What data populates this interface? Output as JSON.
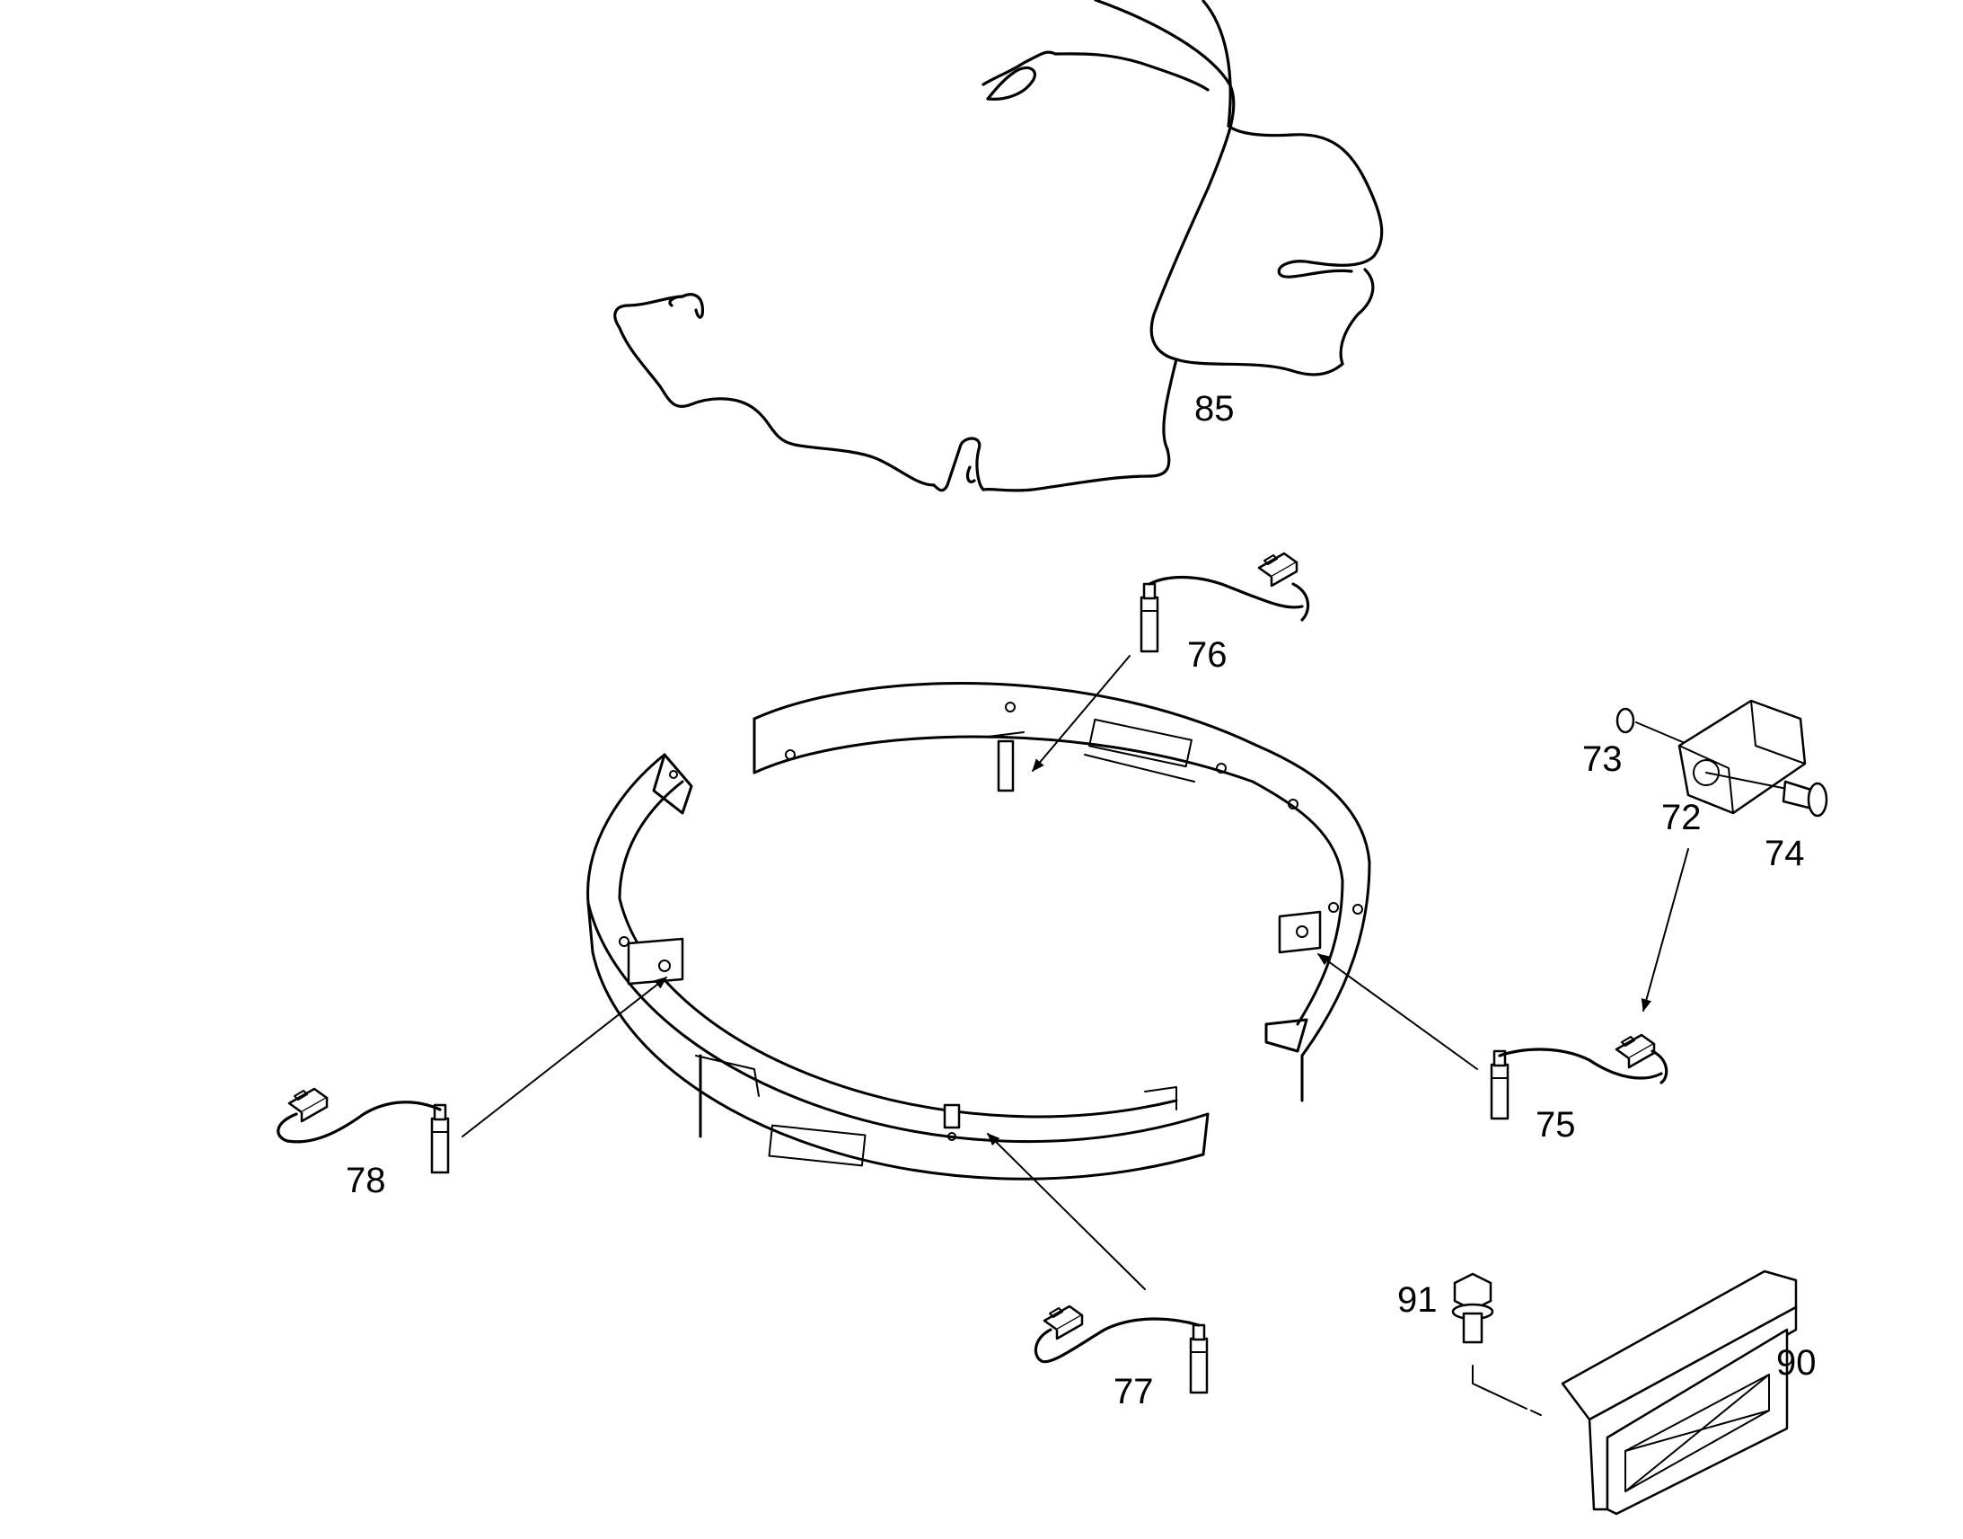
{
  "callouts": {
    "c85": "85",
    "c76": "76",
    "c73": "73",
    "c72": "72",
    "c74": "74",
    "c75": "75",
    "c78": "78",
    "c77": "77",
    "c91": "91",
    "c90": "90"
  }
}
